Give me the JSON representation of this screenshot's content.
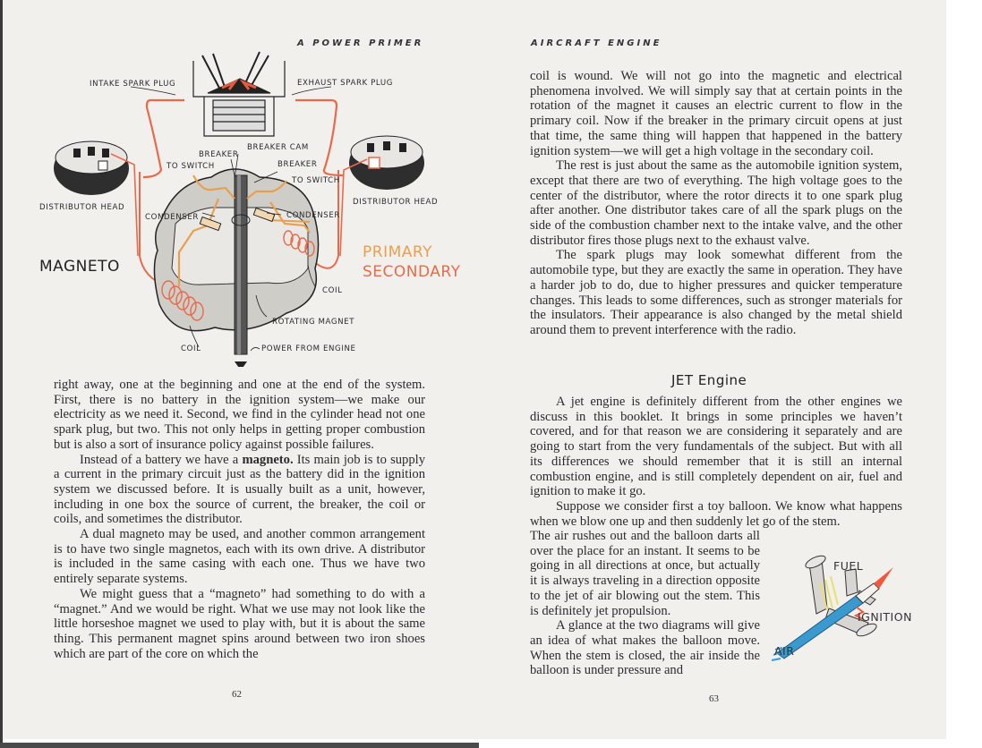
{
  "left_page": {
    "running_head": "A POWER PRIMER",
    "page_number": "62",
    "diagram": {
      "title": "MAGNETO",
      "legend": {
        "primary": "PRIMARY",
        "secondary": "SECONDARY",
        "primary_color": "#e8a050",
        "secondary_color": "#e86a4a"
      },
      "labels": {
        "intake_spark_plug": "INTAKE SPARK PLUG",
        "exhaust_spark_plug": "EXHAUST SPARK PLUG",
        "breaker_cam": "BREAKER CAM",
        "breaker_left": "BREAKER",
        "breaker_right": "BREAKER",
        "to_switch_left": "TO SWITCH",
        "to_switch_right": "TO SWITCH",
        "distributor_head_left": "DISTRIBUTOR HEAD",
        "distributor_head_right": "DISTRIBUTOR HEAD",
        "condenser_left": "CONDENSER",
        "condenser_right": "CONDENSER",
        "coil_right": "COIL",
        "coil_left": "COIL",
        "rotating_magnet": "ROTATING MAGNET",
        "power_from_engine": "POWER FROM ENGINE"
      }
    },
    "paragraphs": [
      {
        "type": "cont",
        "text": "right away, one at the beginning and one at the end of the system. First, there is no battery in the ignition system—we make our electricity as we need it. Second, we find in the cylinder head not one spark plug, but two. This not only helps in getting proper combustion but is also a sort of insurance policy against possible failures."
      },
      {
        "type": "indent",
        "before_bold": "Instead of a battery we have a ",
        "bold": "magneto.",
        "after_bold": " Its main job is to supply a current in the primary circuit just as the battery did in the ignition system we discussed before. It is usually built as a unit, however, including in one box the source of current, the breaker, the coil or coils, and sometimes the distributor."
      },
      {
        "type": "indent",
        "text": "A dual magneto may be used, and another common arrangement is to have two single magnetos, each with its own drive. A distributor is included in the same casing with each one. Thus we have two entirely separate systems."
      },
      {
        "type": "indent",
        "text": "We might guess that a “magneto” had something to do with a “magnet.” And we would be right. What we use may not look like the little horseshoe magnet we used to play with, but it is about the same thing. This permanent magnet spins around between two iron shoes which are part of the core on which the"
      }
    ]
  },
  "right_page": {
    "running_head": "AIRCRAFT ENGINE",
    "page_number": "63",
    "section_heading": "JET Engine",
    "paragraphs_top": [
      {
        "type": "cont",
        "text": "coil is wound. We will not go into the magnetic and electrical phenomena involved. We will simply say that at certain points in the rotation of the magnet it causes an electric current to flow in the primary coil. Now if the breaker in the primary circuit opens at just that time, the same thing will happen that happened in the battery ignition system—we will get a high voltage in the secondary coil."
      },
      {
        "type": "indent",
        "text": "The rest is just about the same as the automobile ignition system, except that there are two of everything. The high voltage goes to the center of the distributor, where the rotor directs it to one spark plug after another. One distributor takes care of all the spark plugs on the side of the combustion chamber next to the intake valve, and the other distributor fires those plugs next to the exhaust valve."
      },
      {
        "type": "indent",
        "text": "The spark plugs may look somewhat different from the automobile type, but they are exactly the same in operation. They have a harder job to do, due to higher pressures and quicker temperature changes. This leads to some differences, such as stronger materials for the insulators. Their appearance is also changed by the metal shield around them to prevent interference with the radio."
      }
    ],
    "paragraphs_jet": [
      {
        "type": "indent",
        "text": "A jet engine is definitely different from the other engines we discuss in this booklet. It brings in some principles we haven’t covered, and for that reason we are considering it separately and are going to start from the very fundamentals of the subject. But with all its differences we should remember that it is still an internal combustion engine, and is still completely dependent on air, fuel and ignition to make it go."
      },
      {
        "type": "indent",
        "text": "Suppose we consider first a toy balloon. We know what happens when we blow one up and then suddenly let go of the stem."
      }
    ],
    "paragraphs_narrow": [
      {
        "type": "cont",
        "text": "The air rushes out and the balloon darts all over the place for an instant. It seems to be going in all directions at once, but actually it is always traveling in a direction opposite to the jet of air blowing out the stem. This is definitely jet propulsion."
      },
      {
        "type": "indent",
        "text": "A glance at the two diagrams will give an idea of what makes the balloon move. When the stem is closed, the air inside the balloon is under pressure and"
      }
    ],
    "jet_diagram": {
      "labels": {
        "fuel": "FUEL",
        "ignition": "IGNITION",
        "air": "AIR"
      },
      "colors": {
        "air": "#3a9ad0",
        "fuel": "#e8e070",
        "ignition": "#ee5a40"
      }
    }
  }
}
